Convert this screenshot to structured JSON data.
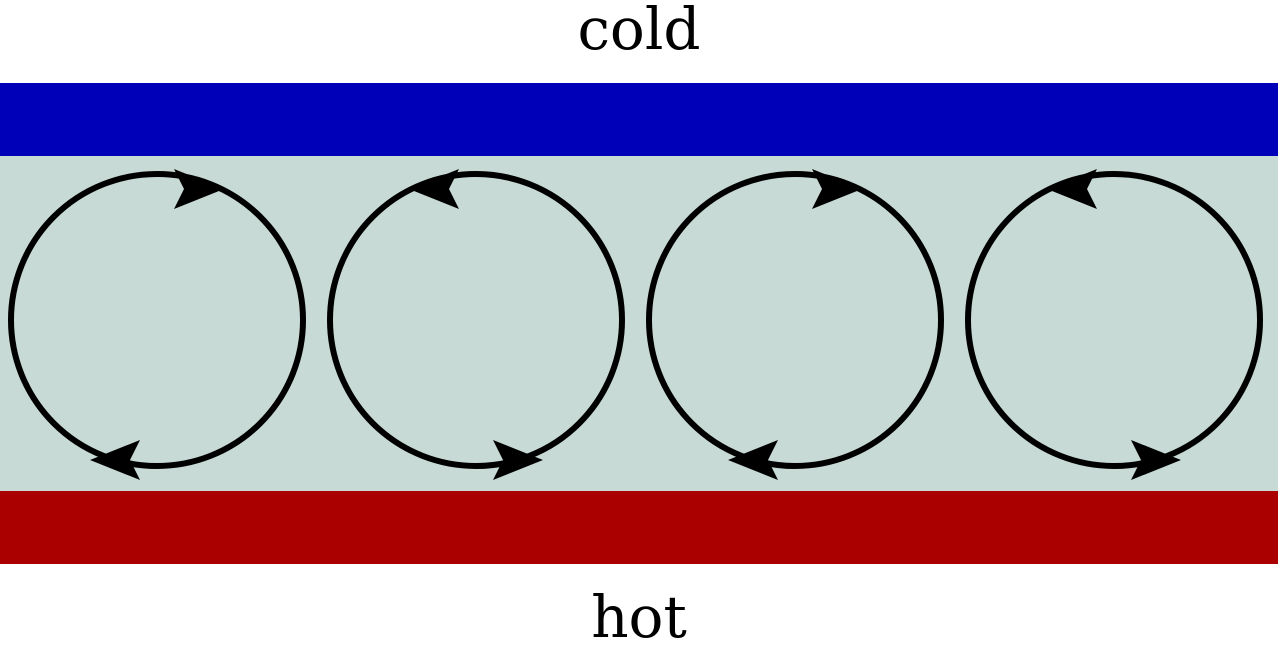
{
  "labels": {
    "top": "cold",
    "bottom": "hot"
  },
  "colors": {
    "cold_plate": "#0000b8",
    "hot_plate": "#aa0000",
    "fluid": "#c7dad5",
    "roll_stroke": "#000000"
  },
  "rolls": [
    {
      "rotation": "clockwise"
    },
    {
      "rotation": "counterclockwise"
    },
    {
      "rotation": "clockwise"
    },
    {
      "rotation": "counterclockwise"
    }
  ]
}
